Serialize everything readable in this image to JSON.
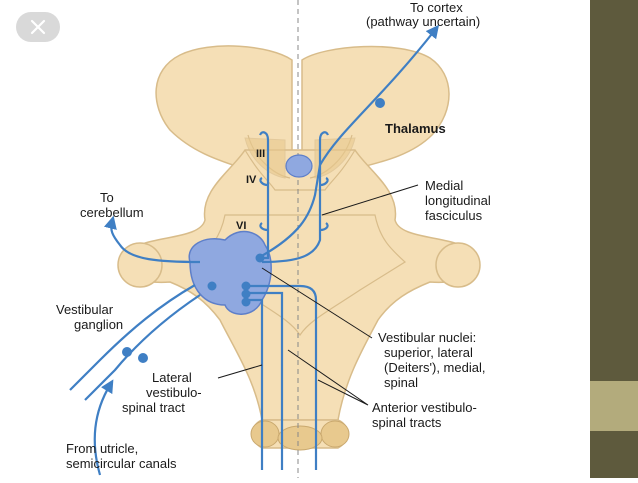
{
  "labels": {
    "cortex_1": "To cortex",
    "cortex_2": "(pathway uncertain)",
    "thalamus": "Thalamus",
    "nerve_iii": "III",
    "nerve_iv": "IV",
    "nerve_vi": "VI",
    "cerebellum_1": "To",
    "cerebellum_2": "cerebellum",
    "mlf_1": "Medial",
    "mlf_2": "longitudinal",
    "mlf_3": "fasciculus",
    "ganglion_1": "Vestibular",
    "ganglion_2": "ganglion",
    "nuclei_1": "Vestibular nuclei:",
    "nuclei_2": "superior, lateral",
    "nuclei_3": "(Deiters'), medial,",
    "nuclei_4": "spinal",
    "lateral_1": "Lateral",
    "lateral_2": "vestibulo-",
    "lateral_3": "spinal tract",
    "anterior_1": "Anterior vestibulo-",
    "anterior_2": "spinal tracts",
    "utricle_1": "From utricle,",
    "utricle_2": "semicircular canals"
  },
  "icons": {
    "close": "close-x-icon"
  },
  "colors": {
    "brainstem": "#f5dfb6",
    "brainstem_stroke": "#d8bc8a",
    "nuclei": "#8fa8e0",
    "nuclei_stroke": "#5e7fc9",
    "pathway": "#3f7fc4",
    "panel": "#5e5a3d",
    "panel_accent": "#b3ab7c"
  }
}
